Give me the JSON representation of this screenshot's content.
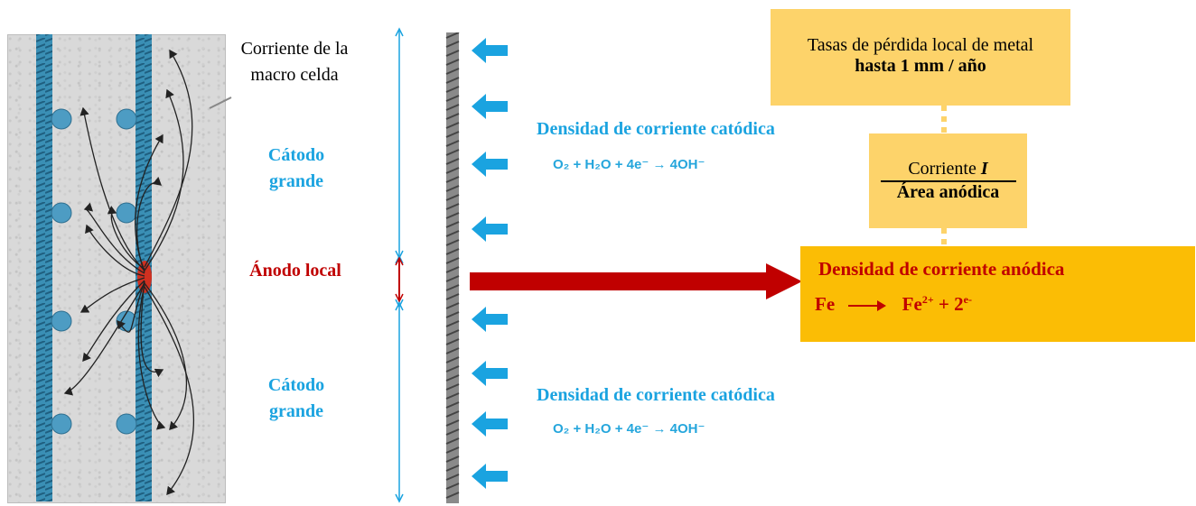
{
  "labels": {
    "macro_current": "Corriente de la macro celda",
    "cathode_top": "Cátodo grande",
    "anode": "Ánodo local",
    "cathode_bottom": "Cátodo grande"
  },
  "cathodic_top": {
    "title": "Densidad de corriente catódica",
    "equation": "O₂ + H₂O + 4e⁻ → 4OH⁻"
  },
  "cathodic_bottom": {
    "title": "Densidad de corriente catódica",
    "equation": "O₂ + H₂O + 4e⁻ → 4OH⁻"
  },
  "loss_box": {
    "line1": "Tasas de pérdida local de metal",
    "line2": "hasta 1 mm / año"
  },
  "ratio_box": {
    "numerator": "Corriente",
    "numerator_var": "I",
    "denominator": "Área anódica"
  },
  "anodic_box": {
    "title": "Densidad de corriente anódica",
    "reactant": "Fe",
    "product": "Fe",
    "product_charge": "2+",
    "plus": "+ 2",
    "electron": "e-"
  },
  "colors": {
    "blue": "#1aa3e0",
    "red": "#c00000",
    "rebar": "#3a8fb5",
    "box_light": "#fdd36a",
    "box_dark": "#fbbd05"
  }
}
